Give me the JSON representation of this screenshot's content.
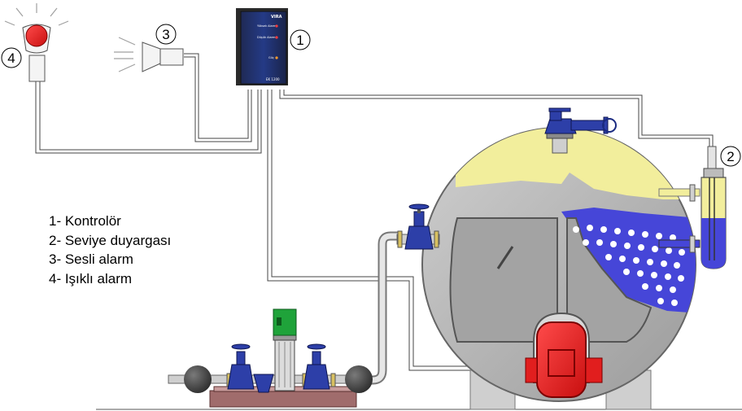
{
  "labels": {
    "controller": "1",
    "level_sensor": "2",
    "audible_alarm": "3",
    "light_alarm": "4"
  },
  "legend": {
    "items": [
      "1- Kontrolör",
      "2- Seviye duyargası",
      "3- Sesli alarm",
      "4- Işıklı alarm"
    ]
  },
  "controller": {
    "brand": "VIRA",
    "row1": "Yüksek Alarm",
    "row2": "Düşük Alarm",
    "row3": "Güç",
    "model": "EK 1200"
  },
  "colors": {
    "boiler_gray": "#a8a8a8",
    "water_blue": "#4646d8",
    "steam_yellow": "#f2ee9c",
    "burner_red": "#e11e1e",
    "valve_blue": "#2d3fa8",
    "motor_green": "#1fa33a"
  }
}
